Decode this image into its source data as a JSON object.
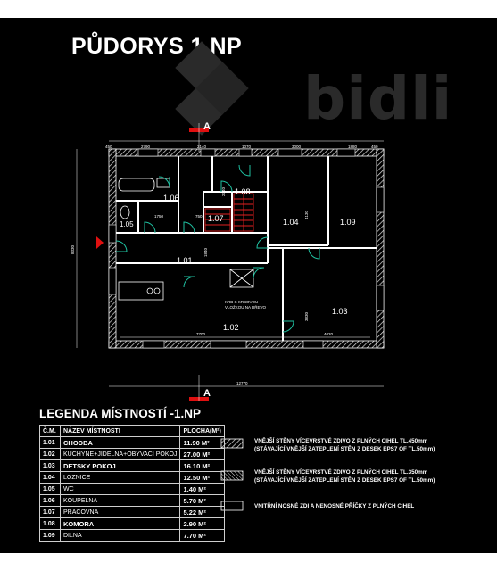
{
  "title": "PŮDORYS  1.NP",
  "logo": {
    "text": "bidli",
    "color": "#2a2a2a"
  },
  "section_marks": {
    "top": "A",
    "bottom": "A"
  },
  "dimensions": {
    "top": [
      "2790",
      "2140",
      "1070",
      "3000",
      "1880",
      "450"
    ],
    "top_small": [
      "450"
    ],
    "left": "8330",
    "bottom": "12770",
    "inner_h": [
      "7700",
      "4020"
    ],
    "inner_v": [
      "1840",
      "4130",
      "3830",
      "2340"
    ],
    "inner_misc": [
      "1750",
      "750"
    ]
  },
  "rooms": [
    {
      "id": "1.01"
    },
    {
      "id": "1.02"
    },
    {
      "id": "1.03"
    },
    {
      "id": "1.04"
    },
    {
      "id": "1.05"
    },
    {
      "id": "1.06"
    },
    {
      "id": "1.07"
    },
    {
      "id": "1.08"
    },
    {
      "id": "1.09"
    }
  ],
  "fireplace_note": [
    "KRB S KRBOVOU",
    "VLOŽKOU NA DŘEVO"
  ],
  "legend": {
    "title": "LEGENDA MÍSTNOSTÍ -1.NP",
    "headers": [
      "Č.M.",
      "NÁZEV MÍSTNOSTI",
      "PLOCHA(M²)"
    ],
    "rows": [
      {
        "num": "1.01",
        "name": "CHODBA",
        "area": "11.90 M²",
        "big": true
      },
      {
        "num": "1.02",
        "name": "KUCHYNE+JIDELNA+OBYVACI POKOJ",
        "area": "27.00 M²",
        "big": false
      },
      {
        "num": "1.03",
        "name": "DETSKY POKOJ",
        "area": "16.10 M²",
        "big": true
      },
      {
        "num": "1.04",
        "name": "LOZNICE",
        "area": "12.50 M²",
        "big": false
      },
      {
        "num": "1.05",
        "name": "WC",
        "area": "1.40 M²",
        "big": false
      },
      {
        "num": "1.06",
        "name": "KOUPELNA",
        "area": "5.70 M²",
        "big": false
      },
      {
        "num": "1.07",
        "name": "PRACOVNA",
        "area": "5.22 M²",
        "big": false
      },
      {
        "num": "1.08",
        "name": "KOMORA",
        "area": "2.90 M²",
        "big": true
      },
      {
        "num": "1.09",
        "name": "DILNA",
        "area": "7.70 M²",
        "big": false
      }
    ]
  },
  "wall_legend": [
    {
      "line1": "VNĚJŠÍ  STĚNY VÍCEVRSTVÉ ZDIVO Z PLNÝCH CIHEL TL.450mm",
      "line2": "(STÁVAJÍCÍ VNĚJŠÍ ZATEPLENÍ STĚN Z DESEK EPS7 OF TL.50mm)"
    },
    {
      "line1": "VNĚJŠÍ  STĚNY VÍCEVRSTVÉ ZDIVO Z PLNÝCH CIHEL TL.350mm",
      "line2": "(STÁVAJÍCÍ VNĚJŠÍ ZATEPLENÍ STĚN Z DESEK EPS7 OF TL.50mm)"
    },
    {
      "line1": "VNITŘNÍ NOSNÉ ZDI A NENOSNÉ PŘÍČKY Z PLNÝCH CIHEL",
      "line2": ""
    }
  ],
  "colors": {
    "background": "#000000",
    "walls": "#ffffff",
    "doors": "#1fbfa0",
    "stairs": "#e02020",
    "section": "#e01010"
  }
}
